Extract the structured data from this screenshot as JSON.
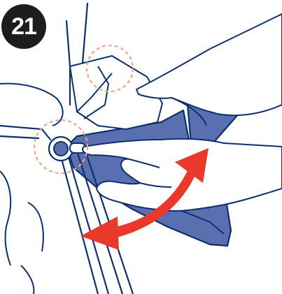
{
  "step": {
    "number": "21"
  },
  "colors": {
    "outline": "#0d2f6b",
    "seat_fill": "#5a6fb0",
    "seat_shadow": "#4a5c9c",
    "arrow": "#e8392b",
    "highlight_circle": "#f0a58a",
    "badge": "#1d1d1b"
  },
  "icons": {
    "main": "stroller-seat-adjustment-illustration",
    "arrow": "curved-double-arrow",
    "markers": "dashed-highlight-circle"
  }
}
